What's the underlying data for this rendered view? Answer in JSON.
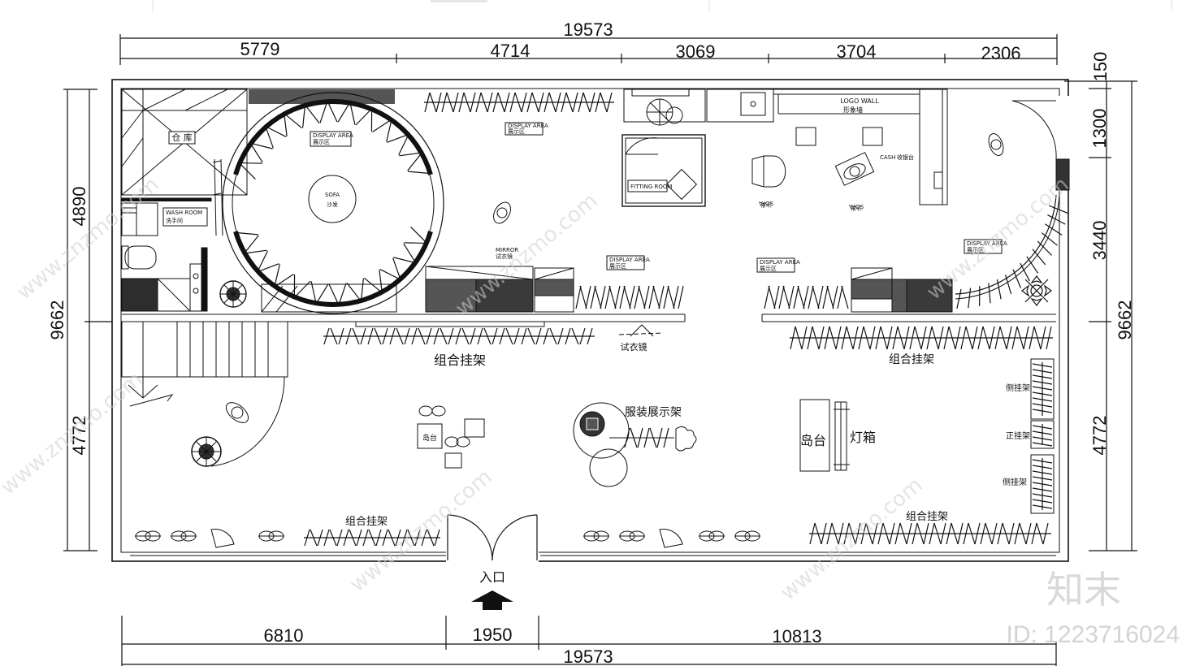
{
  "dimensions": {
    "top_total": "19573",
    "top_segments": [
      "5779",
      "4714",
      "3069",
      "3704",
      "2306"
    ],
    "bottom_segments": [
      "6810",
      "1950",
      "10813"
    ],
    "bottom_total": "19573",
    "left_total": "9662",
    "left_segments": [
      "4890",
      "4772"
    ],
    "right_total": "9662",
    "right_segments": [
      "150",
      "1300",
      "3440",
      "4772"
    ]
  },
  "labels": {
    "warehouse": "仓 库",
    "wash_room_en": "WASH ROOM",
    "wash_room_cn": "洗手间",
    "display_area_en": "DISPLAY AREA",
    "display_area_cn": "展示区",
    "sofa_en": "SOFA",
    "sofa_cn": "沙发",
    "mirror_en": "MIRROR",
    "mirror_cn": "试衣镜",
    "fitting_room": "FITTING ROOM",
    "logo_wall_en": "LOGO WALL",
    "logo_wall_cn": "形象墙",
    "cash_en": "CASH",
    "cash_cn": "收银台",
    "combo_rack": "组合挂架",
    "fitting_mirror": "试衣镜",
    "garment_stand": "服装展示架",
    "island_small": "岛台",
    "island": "岛台",
    "lightbox": "灯箱",
    "side_rack": "侧挂架",
    "front_rack": "正挂架",
    "entrance": "入口"
  },
  "watermark": {
    "site": "www.znzmo.com",
    "brand_cn": "知末",
    "brand": "知末",
    "id": "ID: 1223716024"
  }
}
